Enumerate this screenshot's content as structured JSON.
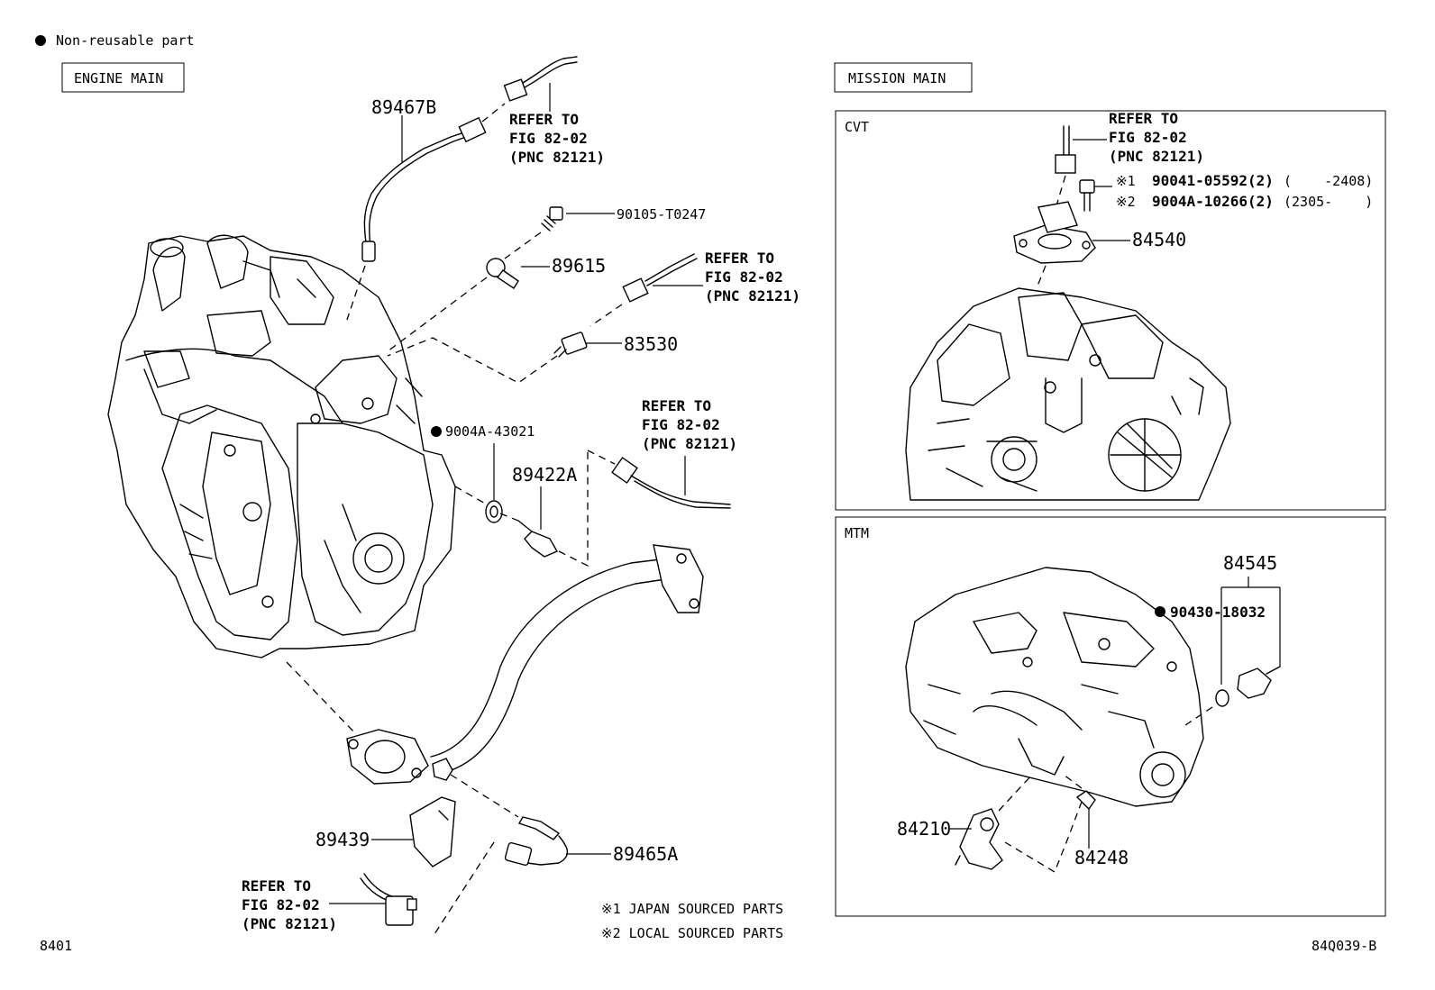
{
  "legend": {
    "non_reusable": "Non-reusable part"
  },
  "engine": {
    "section_label": "ENGINE MAIN",
    "parts": {
      "p89467B": "89467B",
      "p90105": "90105-T0247",
      "p89615": "89615",
      "p83530": "83530",
      "p9004A43021": "9004A-43021",
      "p89422A": "89422A",
      "p89439": "89439",
      "p89465A": "89465A"
    },
    "refs": [
      {
        "l1": "REFER TO",
        "l2": "FIG 82-02",
        "l3": "(PNC 82121)"
      },
      {
        "l1": "REFER TO",
        "l2": "FIG 82-02",
        "l3": "(PNC 82121)"
      },
      {
        "l1": "REFER TO",
        "l2": "FIG 82-02",
        "l3": "(PNC 82121)"
      },
      {
        "l1": "REFER TO",
        "l2": "FIG 82-02",
        "l3": "(PNC 82121)"
      }
    ]
  },
  "mission": {
    "section_label": "MISSION MAIN",
    "cvt": {
      "label": "CVT",
      "ref": {
        "l1": "REFER TO",
        "l2": "FIG 82-02",
        "l3": "(PNC 82121)"
      },
      "bolt1": {
        "mark": "※1",
        "part": "90041-05592(2)",
        "range": "(    -2408)"
      },
      "bolt2": {
        "mark": "※2",
        "part": "9004A-10266(2)",
        "range": "(2305-    )"
      },
      "p84540": "84540"
    },
    "mtm": {
      "label": "MTM",
      "p84545": "84545",
      "p90430": "90430-18032",
      "p84210": "84210",
      "p84248": "84248"
    }
  },
  "notes": {
    "n1": "※1 JAPAN SOURCED PARTS",
    "n2": "※2 LOCAL SOURCED PARTS"
  },
  "footer": {
    "page_code": "8401",
    "figure_code": "84Q039-B"
  }
}
